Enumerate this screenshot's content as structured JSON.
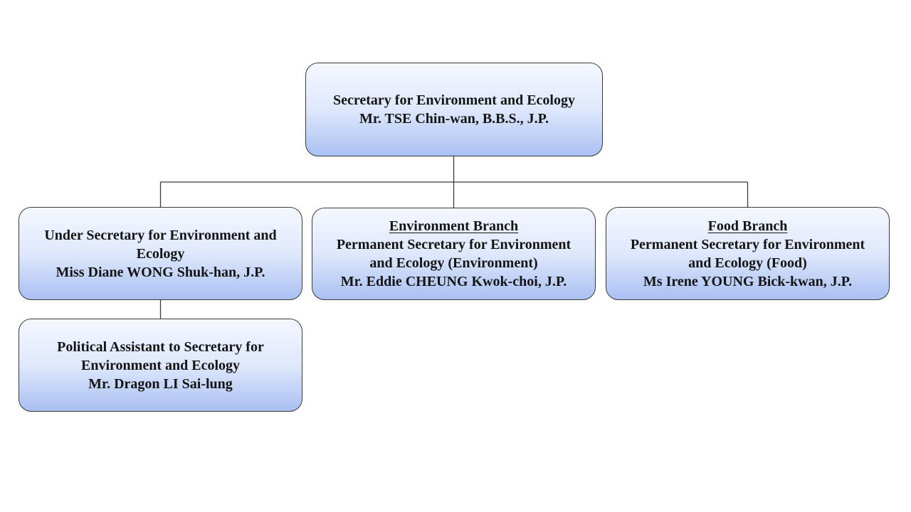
{
  "org_chart": {
    "secretary": {
      "title": "Secretary for Environment and Ecology",
      "name": "Mr. TSE Chin-wan, B.B.S., J.P."
    },
    "under_secretary": {
      "title_line1": "Under Secretary for Environment and",
      "title_line2": "Ecology",
      "name": "Miss Diane WONG Shuk-han, J.P."
    },
    "environment_branch": {
      "branch": "Environment Branch",
      "title_line1": "Permanent Secretary for Environment",
      "title_line2": "and Ecology (Environment)",
      "name": "Mr. Eddie CHEUNG Kwok-choi, J.P."
    },
    "food_branch": {
      "branch": "Food Branch",
      "title_line1": "Permanent Secretary for Environment",
      "title_line2": "and Ecology (Food)",
      "name": "Ms Irene YOUNG Bick-kwan, J.P."
    },
    "political_assistant": {
      "title_line1": "Political Assistant to Secretary for",
      "title_line2": "Environment and Ecology",
      "name": "Mr. Dragon LI Sai-lung"
    }
  },
  "colors": {
    "box_top": "#f4f7ff",
    "box_bottom": "#a9c0f2",
    "border": "#3a3a3a",
    "connector": "#3a3a3a"
  }
}
